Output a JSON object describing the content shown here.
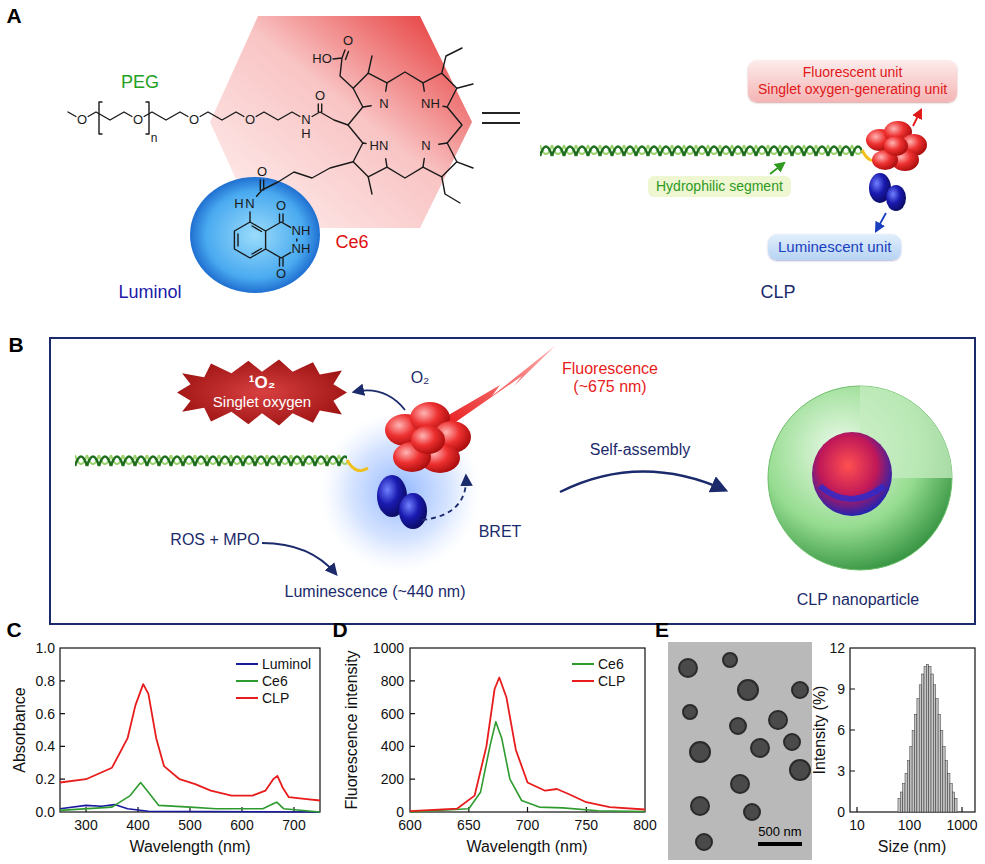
{
  "diagram": {
    "nodes": [
      {
        "text": [
          "Fluorescent unit",
          "Singlet oxygen-generating unit"
        ]
      },
      {
        "text": [
          "Hydrophilic segment"
        ]
      },
      {
        "text": [
          "Luminescent unit"
        ]
      },
      {
        "text": [
          "¹O₂",
          "Singlet oxygen"
        ]
      }
    ],
    "labels": [
      "A",
      "O",
      "O",
      "n",
      "O",
      "O",
      "N",
      "H",
      "O",
      "HO",
      "O",
      "N",
      "NH",
      "HN",
      "N",
      "N",
      "H",
      "O",
      "O",
      "NH",
      "NH",
      "O",
      "PEG",
      "Ce6",
      "Luminol",
      "CLP",
      "B",
      "O₂",
      "Fluorescence (~675 nm)",
      "BRET",
      "ROS + MPO",
      "Luminescence (~440 nm)",
      "Self-assembly",
      "CLP nanoparticle",
      "C",
      "Absorbance",
      "0.0",
      "0.2",
      "0.4",
      "0.6",
      "0.8",
      "1.0",
      "300",
      "400",
      "500",
      "600",
      "700",
      "Wavelength (nm)",
      "D",
      "Fluorescence intensity",
      "0",
      "200",
      "400",
      "600",
      "800",
      "1000",
      "600",
      "650",
      "700",
      "750",
      "800",
      "Wavelength (nm)",
      "E",
      "500 nm",
      "Intensity (%)",
      "0",
      "3",
      "6",
      "9",
      "12",
      "10",
      "100",
      "1000",
      "Size (nm)"
    ],
    "legend": [
      {
        "text": "Luminol"
      },
      {
        "text": "Ce6"
      },
      {
        "text": "CLP"
      },
      {
        "text": "Ce6"
      },
      {
        "text": "CLP"
      }
    ]
  }
}
